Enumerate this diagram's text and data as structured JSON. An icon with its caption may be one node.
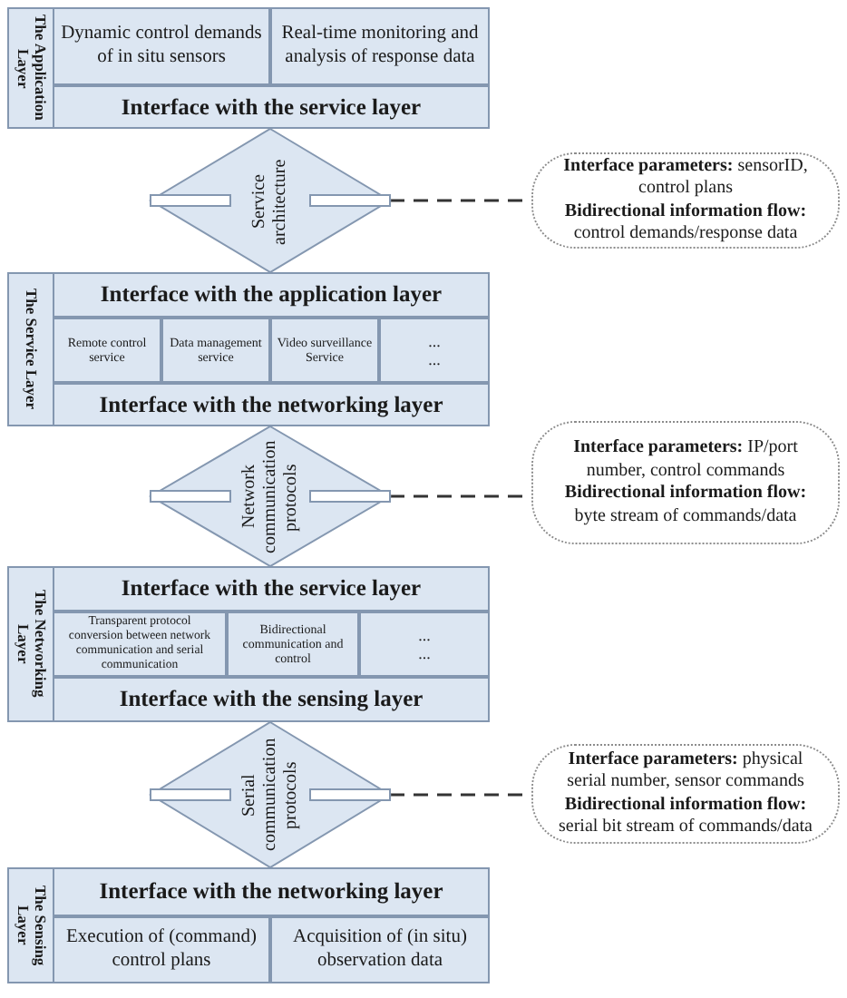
{
  "diagram": {
    "nodes": [
      {
        "text": [
          "The Application Layer"
        ]
      },
      {
        "text": [
          "Dynamic control demands of in situ sensors"
        ],
        "in": 0
      },
      {
        "text": [
          "Real-time monitoring and analysis of response data"
        ],
        "in": 0
      },
      {
        "text": [
          "Interface with the service layer"
        ],
        "in": 0
      },
      {
        "text": [
          "Service architecture"
        ]
      },
      {
        "text": [
          "**Interface parameters:** sensorID, control plans",
          "**Bidirectional information flow:** control demands/response data"
        ]
      },
      {
        "text": [
          "The Service Layer"
        ]
      },
      {
        "text": [
          "Interface with the application layer"
        ],
        "in": 6
      },
      {
        "text": [
          "Remote control service"
        ],
        "in": 6
      },
      {
        "text": [
          "Data management service"
        ],
        "in": 6
      },
      {
        "text": [
          "Video surveillance Service"
        ],
        "in": 6
      },
      {
        "text": [
          "... ..."
        ],
        "in": 6
      },
      {
        "text": [
          "Interface with the networking layer"
        ],
        "in": 6
      },
      {
        "text": [
          "Network communication protocols"
        ]
      },
      {
        "text": [
          "**Interface parameters:** IP/port number, control commands",
          "**Bidirectional information flow:** byte stream of commands/data"
        ]
      },
      {
        "text": [
          "The Networking Layer"
        ]
      },
      {
        "text": [
          "Interface with the service layer"
        ],
        "in": 15
      },
      {
        "text": [
          "Transparent protocol conversion between network communication and serial communication"
        ],
        "in": 15
      },
      {
        "text": [
          "Bidirectional communication and control"
        ],
        "in": 15
      },
      {
        "text": [
          "... ..."
        ],
        "in": 15
      },
      {
        "text": [
          "Interface with the sensing layer"
        ],
        "in": 15
      },
      {
        "text": [
          "Serial communication protocols"
        ]
      },
      {
        "text": [
          "**Interface parameters:** physical serial number, sensor commands",
          "**Bidirectional information flow:** serial bit stream of commands/data"
        ]
      },
      {
        "text": [
          "The Sensing Layer"
        ]
      },
      {
        "text": [
          "Interface with the networking layer"
        ],
        "in": 23
      },
      {
        "text": [
          "Execution of (command) control plans"
        ],
        "in": 23
      },
      {
        "text": [
          "Acquisition of (in situ) observation data"
        ],
        "in": 23
      }
    ],
    "edges": [
      {
        "from": 4,
        "to": 5,
        "arrow": "none",
        "style": "dashed"
      },
      {
        "from": 13,
        "to": 14,
        "arrow": "none",
        "style": "dashed"
      },
      {
        "from": 21,
        "to": 22,
        "arrow": "none",
        "style": "dashed"
      }
    ]
  }
}
